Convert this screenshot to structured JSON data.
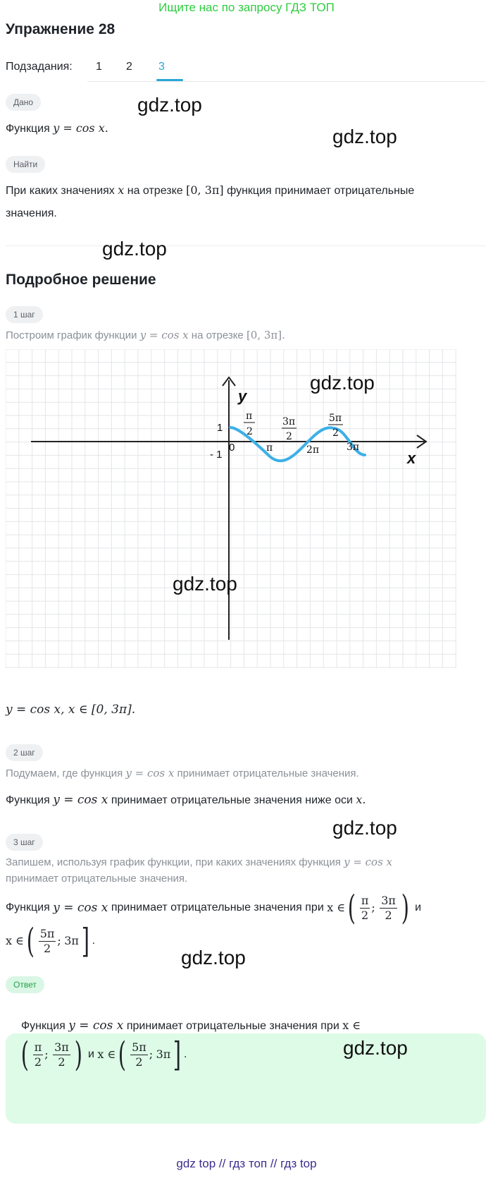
{
  "banner": "Ищите нас по запросу ГДЗ ТОП",
  "title": "Упражнение 28",
  "subtasks": {
    "label": "Подзадания:",
    "tabs": [
      "1",
      "2",
      "3"
    ],
    "active": 2
  },
  "watermark": "gdz.top",
  "given": {
    "chip": "Дано",
    "prefix": "Функция",
    "formula": "y = cos x."
  },
  "find": {
    "chip": "Найти",
    "line1_prefix": "При каких значениях",
    "var_x": "x",
    "line1_mid": "на отрезке",
    "interval": "[0,  3π]",
    "line1_suffix": "функция принимает отрицательные",
    "line2": "значения."
  },
  "solution_title": "Подробное решение",
  "step1": {
    "chip": "1 шаг",
    "text_prefix": "Построим график функции",
    "formula": "y = cos x",
    "text_mid": "на отрезке",
    "interval": "[0,  3π]."
  },
  "graph": {
    "axis_x": "x",
    "axis_y": "y",
    "label_1": "1",
    "label_neg1": "- 1",
    "label_0": "0",
    "pi_half_num": "π",
    "pi_half_den": "2",
    "three_pi_half_num": "3π",
    "three_pi_half_den": "2",
    "five_pi_half_num": "5π",
    "five_pi_half_den": "2",
    "label_pi": "π",
    "label_2pi": "2π",
    "label_3pi": "3π",
    "curve_color": "#3bb0e8"
  },
  "result_formula": "y = cos x, x ∈ [0,  3π].",
  "step2": {
    "chip": "2 шаг",
    "text_prefix": "Подумаем, где функция",
    "formula": "y = cos x",
    "text_suffix": "принимает отрицательные значения.",
    "main_prefix": "Функция",
    "main_formula": "y = cos x",
    "main_suffix": "принимает отрицательные значения ниже оси",
    "main_end": "x."
  },
  "step3": {
    "chip": "3 шаг",
    "text_line1": "Запишем, используя график функции, при каких значениях функция",
    "formula": "y = cos x",
    "text_line2": "принимает отрицательные значения.",
    "main_prefix": "Функция",
    "main_formula": "y = cos x",
    "main_mid": "принимает отрицательные значения при",
    "x_in": "x ∈",
    "and": "и",
    "semicolon": ";",
    "three_pi": "3π"
  },
  "answer": {
    "chip": "Ответ",
    "prefix": "Функция",
    "formula": "y = cos x",
    "mid": "принимает отрицательные значения при",
    "x_in": "x ∈",
    "and": "и",
    "end": "."
  },
  "footer": "gdz top  //  гдз топ  //  гдз top"
}
